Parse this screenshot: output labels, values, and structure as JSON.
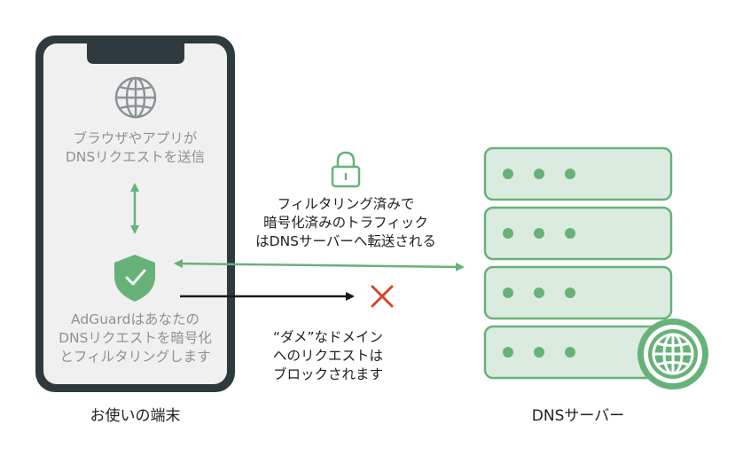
{
  "phone": {
    "step1": [
      "ブラウザやアプリが",
      "DNSリクエストを送信"
    ],
    "step2": [
      "AdGuardはあなたの",
      "DNSリクエストを暗号化",
      "とフィルタリングします"
    ],
    "label": "お使いの端末"
  },
  "encrypted": [
    "フィルタリング済みで",
    "暗号化済みのトラフィック",
    "はDNSサーバーへ転送される"
  ],
  "blocked": [
    "“ダメ”なドメイン",
    "へのリクエストは",
    "ブロックされます"
  ],
  "server": {
    "label": "DNSサーバー"
  },
  "colors": {
    "phone_frame": "#2f3a3e",
    "screen": "#f0f0f0",
    "green": "#67b279",
    "server_fill": "#dcebdf",
    "block_red": "#d2492b",
    "icon_gray": "#8a9296"
  },
  "icons": [
    "globe-icon",
    "lock-icon",
    "shield-check-icon",
    "cross-icon",
    "server-rack-icon"
  ]
}
